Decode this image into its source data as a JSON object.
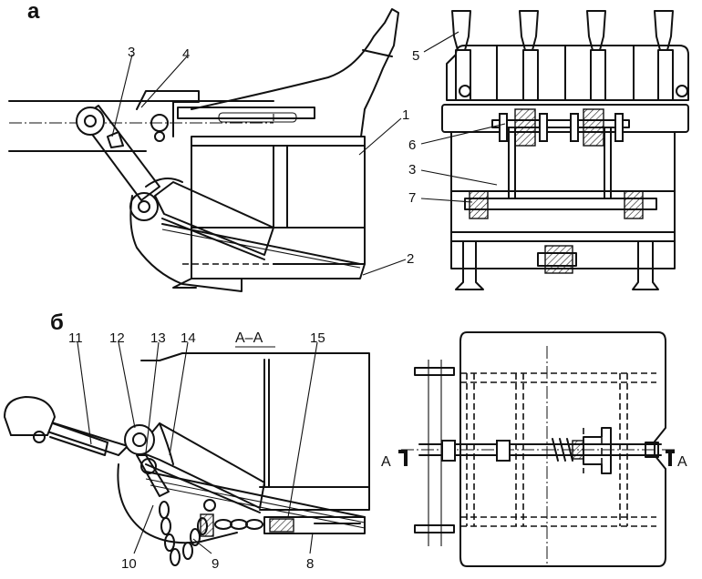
{
  "panels": {
    "a": "а",
    "b": "б"
  },
  "labels": {
    "n1": "1",
    "n2": "2",
    "n3": "3",
    "n3r": "3",
    "n4": "4",
    "n5": "5",
    "n6": "6",
    "n7": "7",
    "n8": "8",
    "n9": "9",
    "n10": "10",
    "n11": "11",
    "n12": "12",
    "n13": "13",
    "n14": "14",
    "n15": "15"
  },
  "section": {
    "title": "А–А",
    "left_mark": "А",
    "right_mark": "А"
  }
}
